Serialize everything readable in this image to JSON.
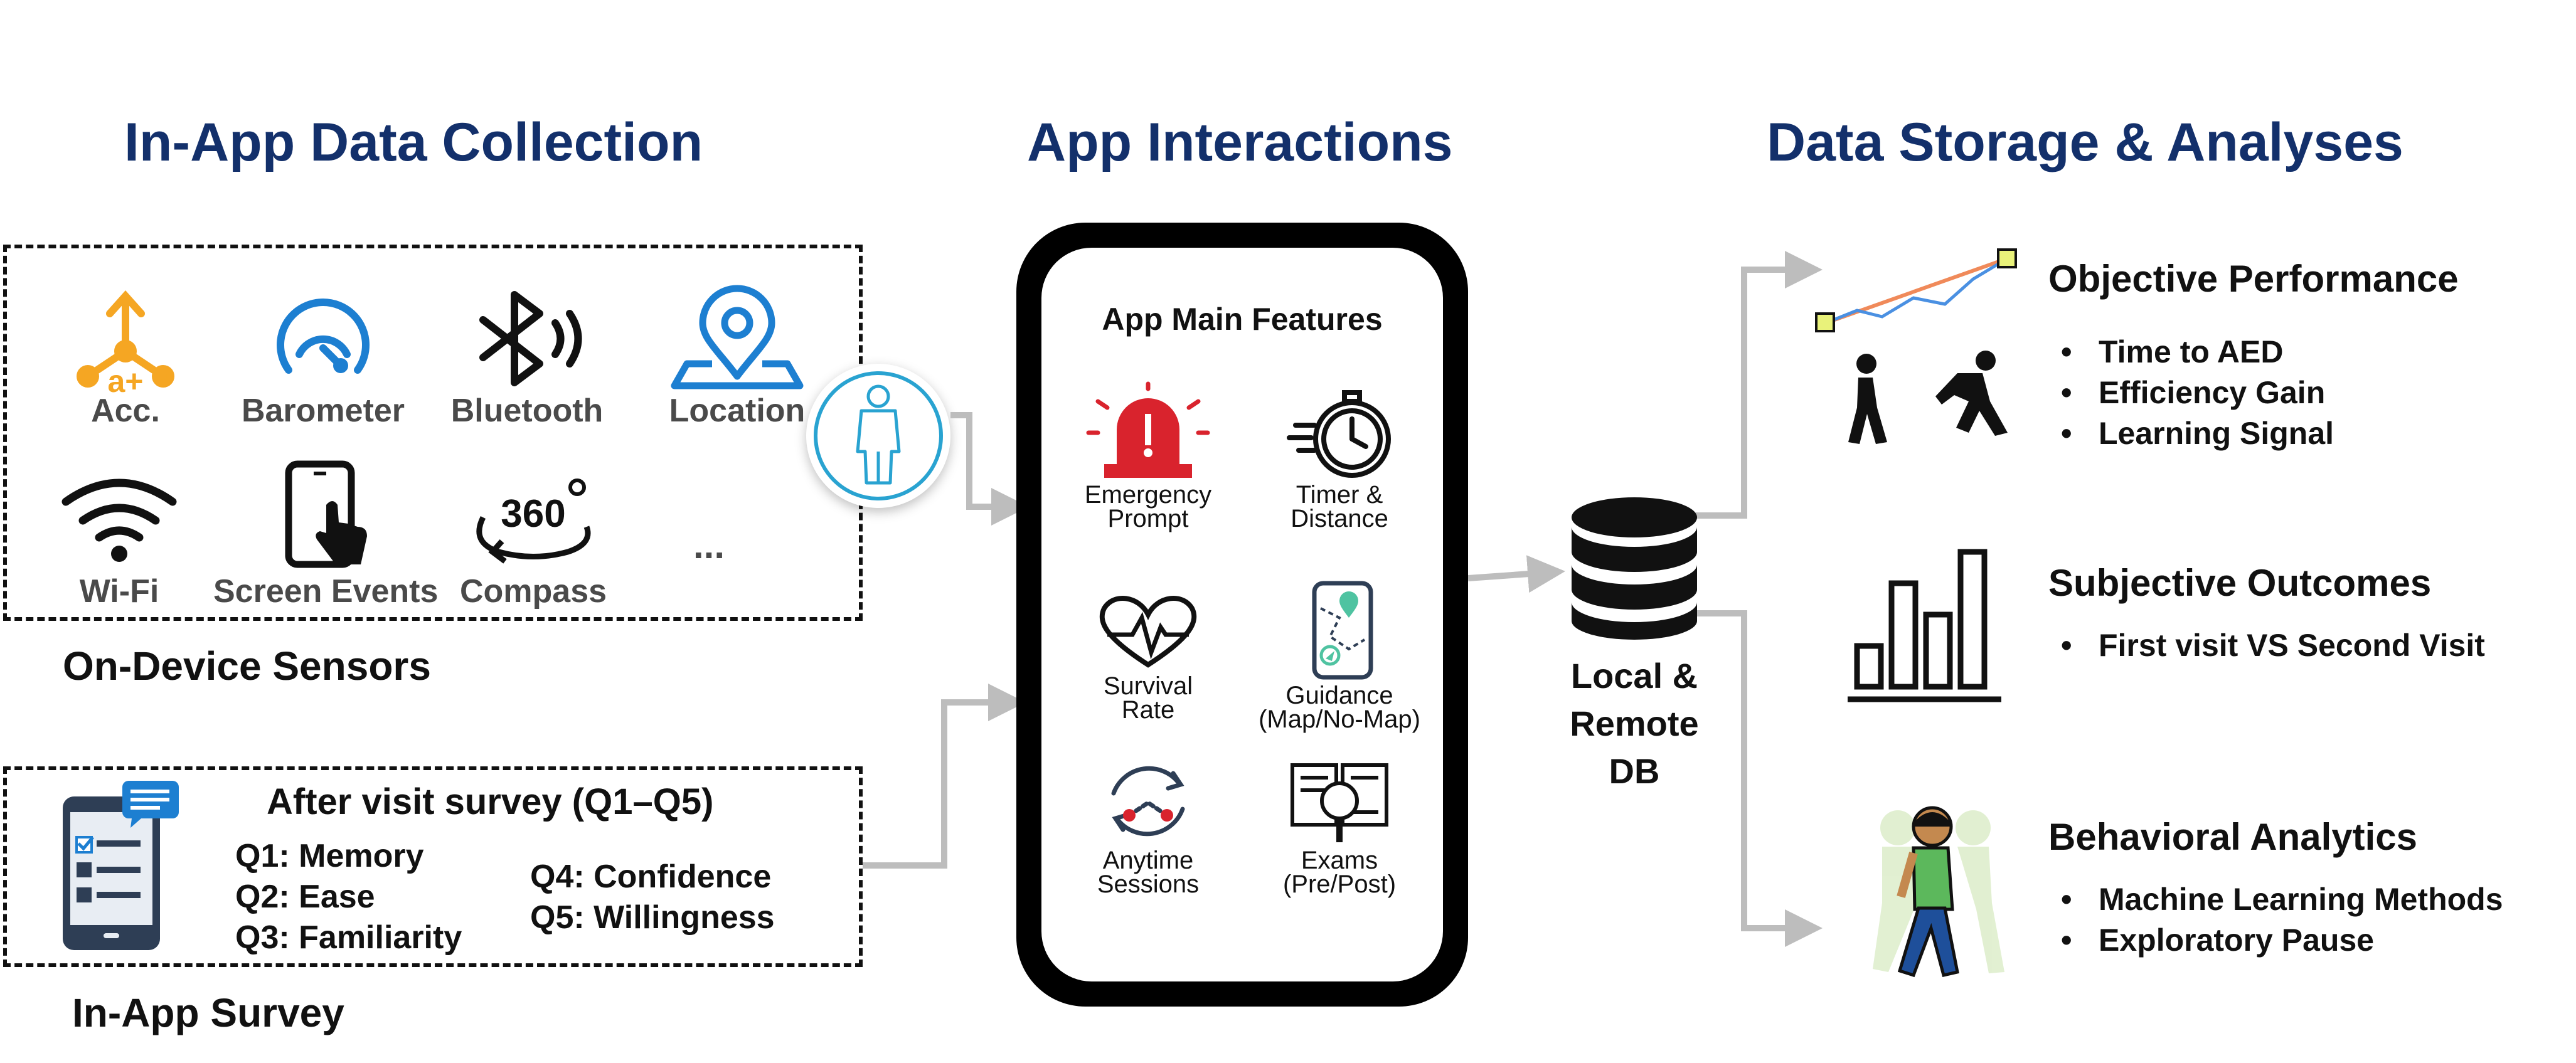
{
  "titles": {
    "collection": "In-App Data Collection",
    "interactions": "App Interactions",
    "storage": "Data Storage & Analyses"
  },
  "sensors": {
    "acc": "Acc.",
    "barometer": "Barometer",
    "bluetooth": "Bluetooth",
    "location": "Location",
    "wifi": "Wi-Fi",
    "screen_events": "Screen Events",
    "compass": "Compass",
    "compass_glyph": "360",
    "more": "...",
    "group_label": "On-Device Sensors"
  },
  "survey": {
    "title": "After visit survey (Q1–Q5)",
    "q1": "Q1: Memory",
    "q2": "Q2: Ease",
    "q3": "Q3: Familiarity",
    "q4": "Q4: Confidence",
    "q5": "Q5: Willingness",
    "group_label": "In-App Survey"
  },
  "phone": {
    "title": "App Main Features",
    "features": {
      "emergency": "Emergency\nPrompt",
      "timer": "Timer &\nDistance",
      "survival": "Survival\nRate",
      "guidance": "Guidance\n(Map/No-Map)",
      "anytime": "Anytime\nSessions",
      "exams": "Exams\n(Pre/Post)"
    }
  },
  "db": {
    "label": "Local &\nRemote\nDB"
  },
  "outcomes": {
    "objective": {
      "title": "Objective Performance",
      "bullets": [
        "Time to AED",
        "Efficiency Gain",
        "Learning Signal"
      ]
    },
    "subjective": {
      "title": "Subjective Outcomes",
      "bullets": [
        "First visit VS Second Visit"
      ]
    },
    "behavioral": {
      "title": "Behavioral Analytics",
      "bullets": [
        "Machine Learning Methods",
        "Exploratory Pause"
      ]
    }
  },
  "colors": {
    "title_blue": "#13306b",
    "acc_orange": "#f5a623",
    "sensor_blue": "#1d7fd1",
    "arrow_gray": "#bdbdbd",
    "alarm_red": "#d9232d"
  }
}
